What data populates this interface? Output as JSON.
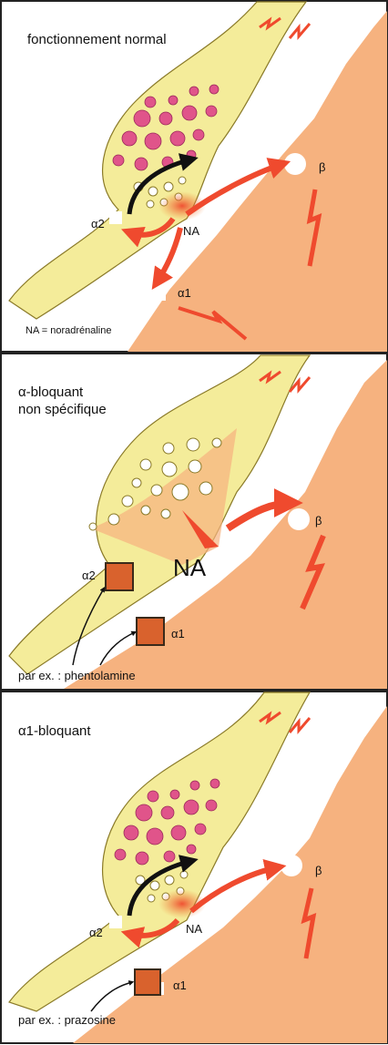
{
  "colors": {
    "muscle": "#f6b27f",
    "nerve": "#f4ec9a",
    "nerve_outline": "#8a7a28",
    "vesicle_full": "#e0548a",
    "vesicle_empty": "#ffffff",
    "arrow": "#ef4a2e",
    "blocker": "#d9622d",
    "border": "#222222"
  },
  "panels": [
    {
      "id": "normal",
      "title": "fonctionnement normal",
      "subtitle": "",
      "na_label": "NA",
      "alpha2_label": "α2",
      "alpha1_label": "α1",
      "beta_label": "β",
      "legend": "NA = noradrénaline",
      "example": ""
    },
    {
      "id": "nonspecific",
      "title": "α-bloquant",
      "subtitle": "non spécifique",
      "na_label": "NA",
      "alpha2_label": "α2",
      "alpha1_label": "α1",
      "beta_label": "β",
      "legend": "",
      "example": "par ex. : phentolamine"
    },
    {
      "id": "alpha1",
      "title": "α1-bloquant",
      "subtitle": "",
      "na_label": "NA",
      "alpha2_label": "α2",
      "alpha1_label": "α1",
      "beta_label": "β",
      "legend": "",
      "example": "par ex. : prazosine"
    }
  ]
}
